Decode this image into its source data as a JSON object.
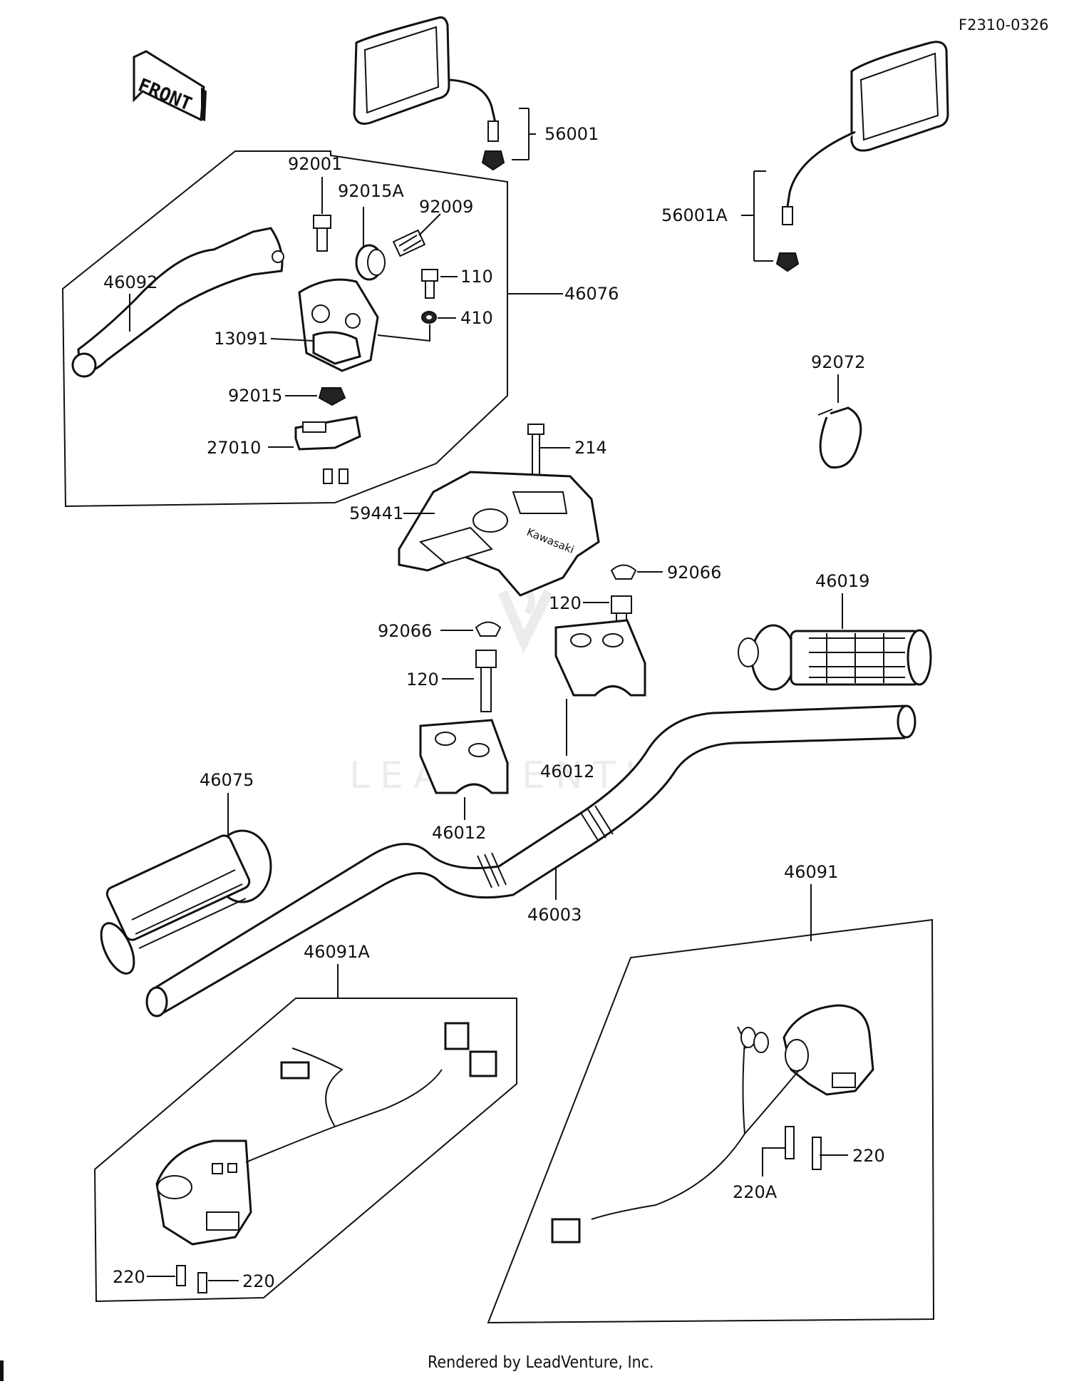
{
  "diagram": {
    "drawing_code": "F2310-0326",
    "front_label": "FRONT",
    "footer": "Rendered by LeadVenture, Inc.",
    "watermark": "LEADVENTURE",
    "brand_on_cover": "Kawasaki",
    "callouts": {
      "c56001": "56001",
      "c56001A": "56001A",
      "c92001": "92001",
      "c92015A": "92015A",
      "c92009": "92009",
      "c110": "110",
      "c46076": "46076",
      "c46092": "46092",
      "c410": "410",
      "c13091": "13091",
      "c92015": "92015",
      "c27010": "27010",
      "c92072": "92072",
      "c214": "214",
      "c59441": "59441",
      "c92066a": "92066",
      "c120a": "120",
      "c46019": "46019",
      "c92066b": "92066",
      "c120b": "120",
      "c46012a": "46012",
      "c46012b": "46012",
      "c46075": "46075",
      "c46003": "46003",
      "c46091": "46091",
      "c46091A": "46091A",
      "c220a": "220",
      "c220A": "220A",
      "c220b": "220",
      "c220c": "220"
    }
  }
}
